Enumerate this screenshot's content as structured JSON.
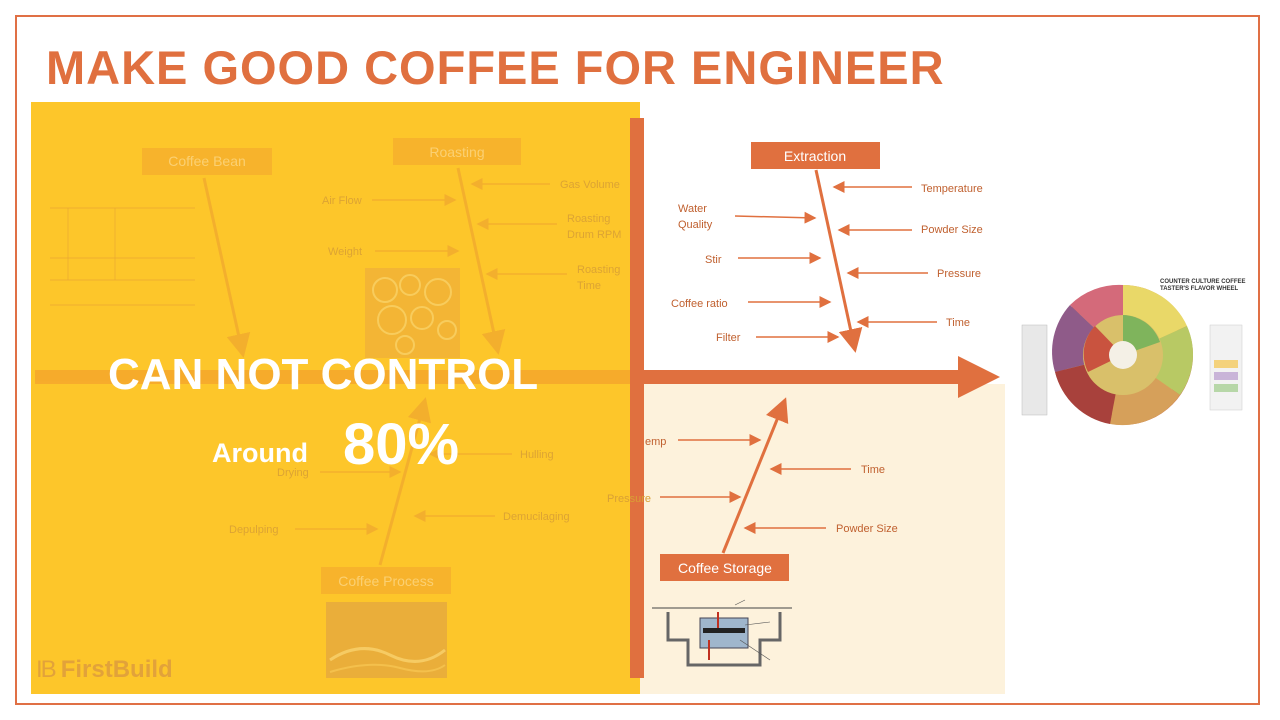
{
  "title": "MAKE GOOD COFFEE FOR ENGINEER",
  "overlay": {
    "headline": "CAN NOT CONTROL",
    "around_label": "Around",
    "percent": "80%"
  },
  "logo": {
    "icon_text": "IB",
    "name": "FirstBuild"
  },
  "categories": {
    "coffee_bean": "Coffee Bean",
    "roasting": "Roasting",
    "extraction": "Extraction",
    "coffee_process": "Coffee Process",
    "coffee_storage": "Coffee Storage"
  },
  "causes": {
    "roasting": [
      "Gas Volume",
      "Air Flow",
      "Roasting",
      "Drum RPM",
      "Weight",
      "Roasting",
      "Time"
    ],
    "extraction_right": [
      "Temperature",
      "Powder Size",
      "Pressure",
      "Time"
    ],
    "extraction_left": [
      "Water",
      "Quality",
      "Stir",
      "Coffee ratio",
      "Filter"
    ],
    "process": [
      "Hulling",
      "Drying",
      "Depulping",
      "Demucilaging"
    ],
    "storage_left": [
      "emp",
      "Pressure"
    ],
    "storage_right": [
      "Time",
      "Powder Size"
    ]
  },
  "flavor_wheel": {
    "line1": "COUNTER CULTURE COFFEE",
    "line2": "TASTER'S FLAVOR WHEEL"
  },
  "colors": {
    "accent": "#e0703f",
    "overlay": "#fdc62a",
    "storage_bg": "#fdf2dc"
  }
}
